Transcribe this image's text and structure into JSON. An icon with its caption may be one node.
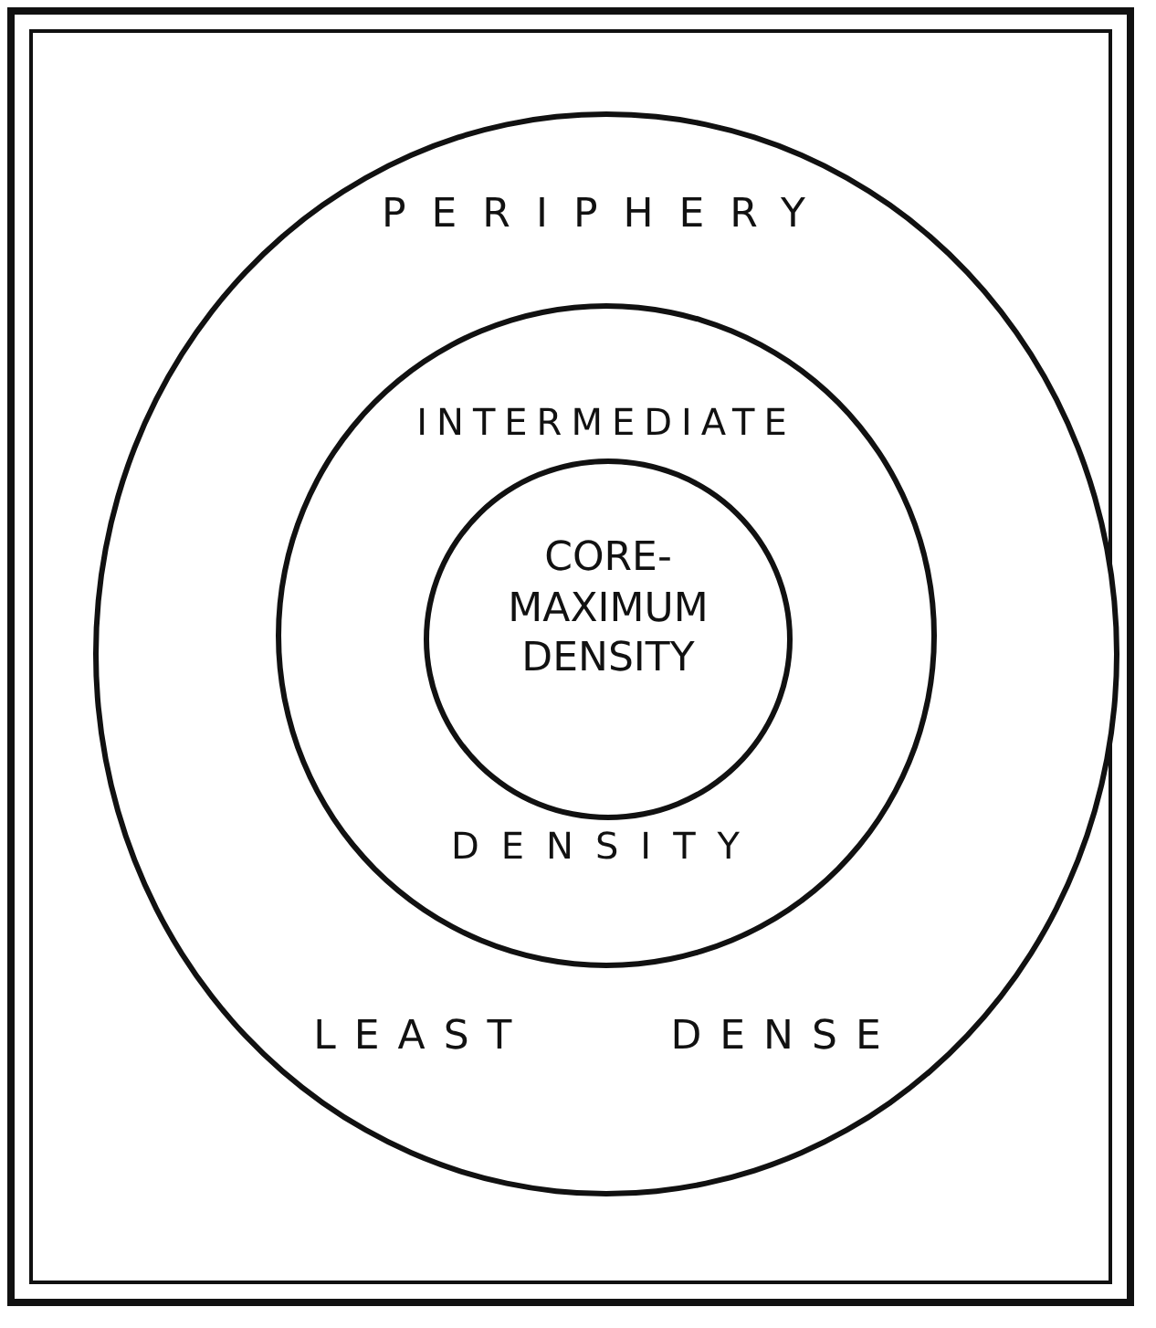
{
  "diagram": {
    "nodes": [
      {
        "text": [
          "PERIPHERY",
          "LEAST DENSE"
        ]
      },
      {
        "text": [
          "INTERMEDIATE",
          "DENSITY"
        ],
        "in": 0
      },
      {
        "text": [
          "CORE- MAXIMUM DENSITY"
        ],
        "in": 1
      }
    ]
  }
}
